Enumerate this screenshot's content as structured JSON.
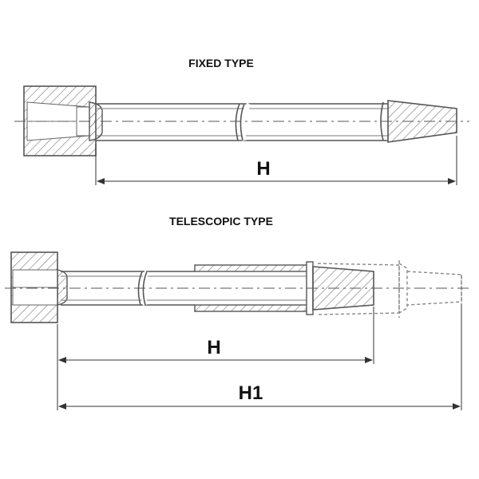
{
  "diagrams": {
    "fixed": {
      "title": "FIXED TYPE",
      "dimension": "H"
    },
    "telescopic": {
      "title": "TELESCOPIC TYPE",
      "dimension_h": "H",
      "dimension_h1": "H1"
    }
  },
  "colors": {
    "line": "#555555",
    "hatch": "#777777",
    "dimension": "#333333",
    "background": "#ffffff"
  }
}
